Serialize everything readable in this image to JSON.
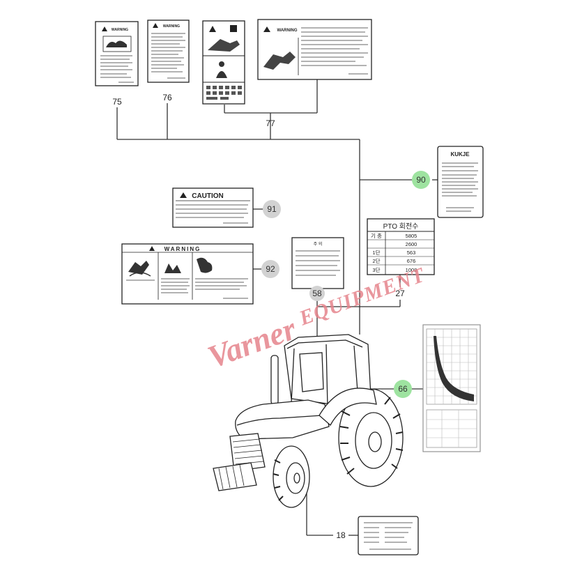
{
  "callouts": {
    "c75": "75",
    "c76": "76",
    "c77": "77",
    "c90": "90",
    "c91": "91",
    "c92": "92",
    "c58": "58",
    "c27": "27",
    "c66": "66",
    "c18": "18"
  },
  "labels": {
    "warning_75": "WARNING",
    "warning_76": "WARNING",
    "warning_77": "WARNING",
    "caution_91": "CAUTION",
    "warning_92": "WARNING",
    "kukje_90": "KUKJE",
    "pto_title": "PTO 회전수",
    "label_58_title": "주 의"
  },
  "pto_table": {
    "rows": [
      {
        "key": "기 종",
        "value": "5805"
      },
      {
        "key": "",
        "value": "2600"
      },
      {
        "key": "1단",
        "value": "563"
      },
      {
        "key": "2단",
        "value": "676"
      },
      {
        "key": "3단",
        "value": "1008"
      }
    ]
  },
  "watermark": {
    "part1": "Varner",
    "part2": "EQUIPMENT"
  },
  "colors": {
    "line": "#333333",
    "callout_gray": "#d2d2d2",
    "callout_green": "#9ee3a0",
    "watermark": "#e6848c"
  }
}
